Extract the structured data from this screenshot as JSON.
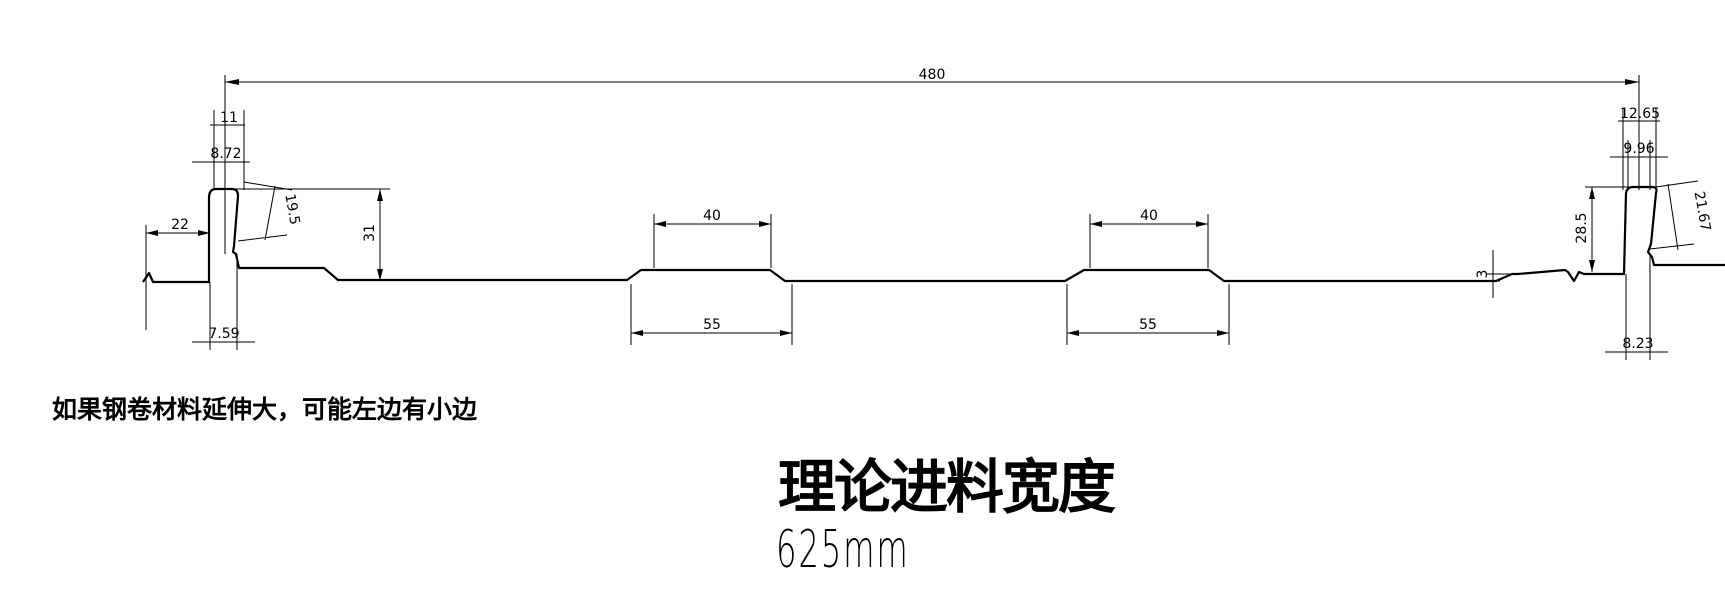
{
  "dimensions": {
    "overall_width": "480",
    "left_gap_outer": "11",
    "left_gap_inner": "8.72",
    "left_lip_slope": "19.5",
    "left_offset": "22",
    "rib_height": "31",
    "left_bottom_width": "7.59",
    "ridge1_top": "40",
    "ridge1_bottom": "55",
    "ridge2_top": "40",
    "ridge2_bottom": "55",
    "right_gap_outer": "12.65",
    "right_gap_inner": "9.96",
    "right_rib_height": "28.5",
    "right_lip_slope": "21.67",
    "right_step_height": "3",
    "right_bottom_width": "8.23"
  },
  "note": "如果钢卷材料延伸大，可能左边有小边",
  "title": "理论进料宽度",
  "width_value": "625mm"
}
